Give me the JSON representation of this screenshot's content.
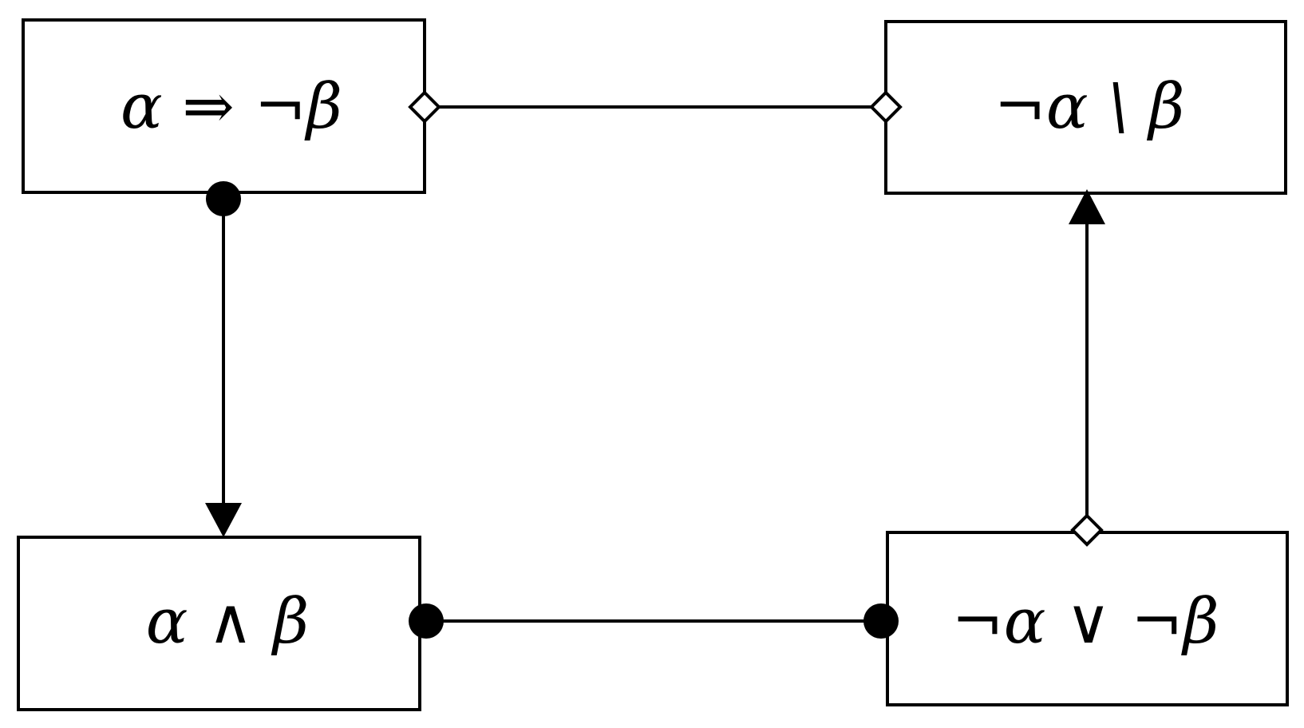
{
  "diagram": {
    "nodes": {
      "top_left": {
        "label": "α ⇒ ¬β"
      },
      "top_right": {
        "label": "¬α \\ β"
      },
      "bottom_left": {
        "label": "α ∧ β"
      },
      "bottom_right": {
        "label": "¬α ∨ ¬β"
      }
    },
    "edges": [
      {
        "from": "top_left",
        "to": "top_right",
        "start": "hollow-diamond",
        "end": "hollow-diamond"
      },
      {
        "from": "top_left",
        "to": "bottom_left",
        "start": "filled-circle",
        "end": "filled-arrow"
      },
      {
        "from": "bottom_left",
        "to": "bottom_right",
        "start": "filled-circle",
        "end": "filled-circle"
      },
      {
        "from": "bottom_right",
        "to": "top_right",
        "start": "hollow-diamond",
        "end": "filled-arrow"
      }
    ],
    "colors": {
      "stroke": "#000000",
      "background": "#ffffff"
    }
  }
}
